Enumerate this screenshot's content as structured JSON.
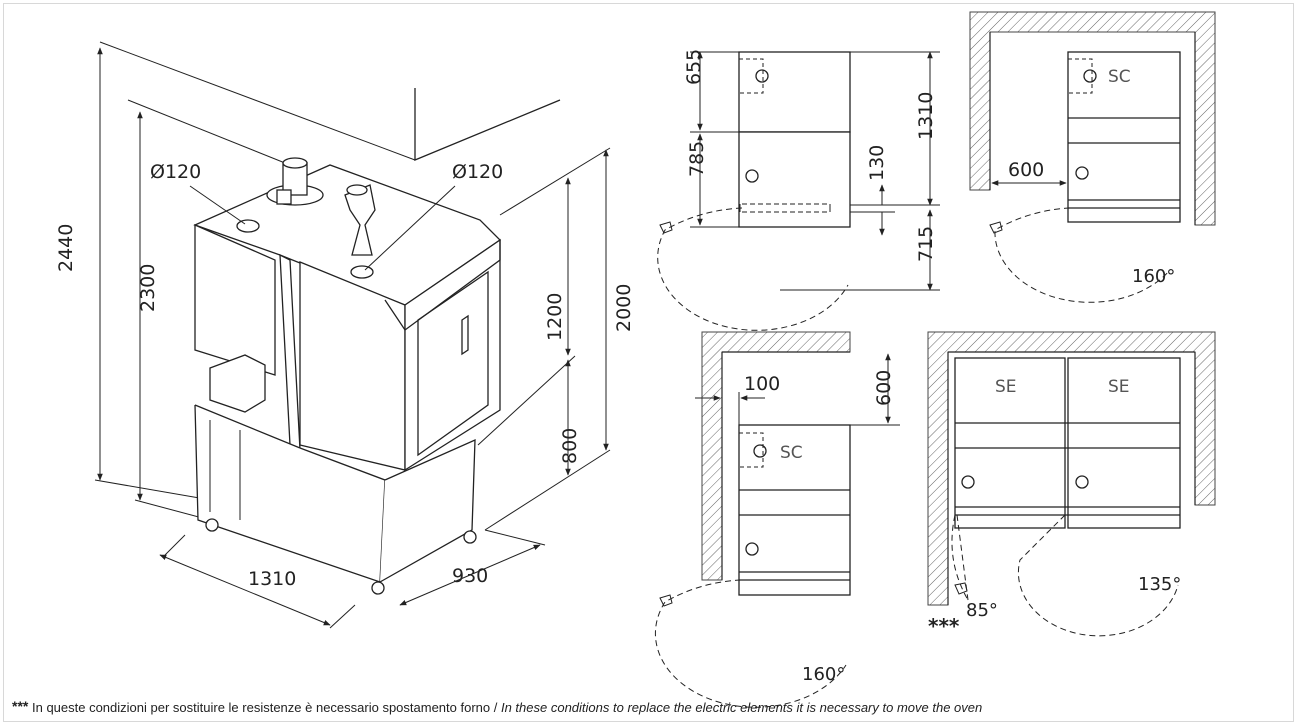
{
  "dimensions": {
    "iso_height_total": "2440",
    "iso_height_oven": "2300",
    "iso_width": "1310",
    "iso_depth": "930",
    "iso_vent_left": "Ø120",
    "iso_vent_right": "Ø120",
    "iso_right_height": "2000",
    "iso_right_upper": "1200",
    "iso_right_lower": "800",
    "side_upper": "655",
    "side_lower": "785",
    "side_total": "1310",
    "side_mid": "130",
    "side_door": "715",
    "wall_clearance_side": "600",
    "wall_clearance_small": "100",
    "wall_clearance_back": "600"
  },
  "labels": {
    "sc_1": "SC",
    "sc_2": "SC",
    "se_1": "SE",
    "se_2": "SE"
  },
  "angles": {
    "a1": "160°",
    "a2": "160°",
    "a3": "135°",
    "a4": "85°",
    "marker": "***"
  },
  "footnote": {
    "stars": "***",
    "italian": "In queste condizioni per sostituire le resistenze è necessario spostamento forno / ",
    "english": "In these conditions to replace the electric elements it is necessary to move the oven"
  }
}
